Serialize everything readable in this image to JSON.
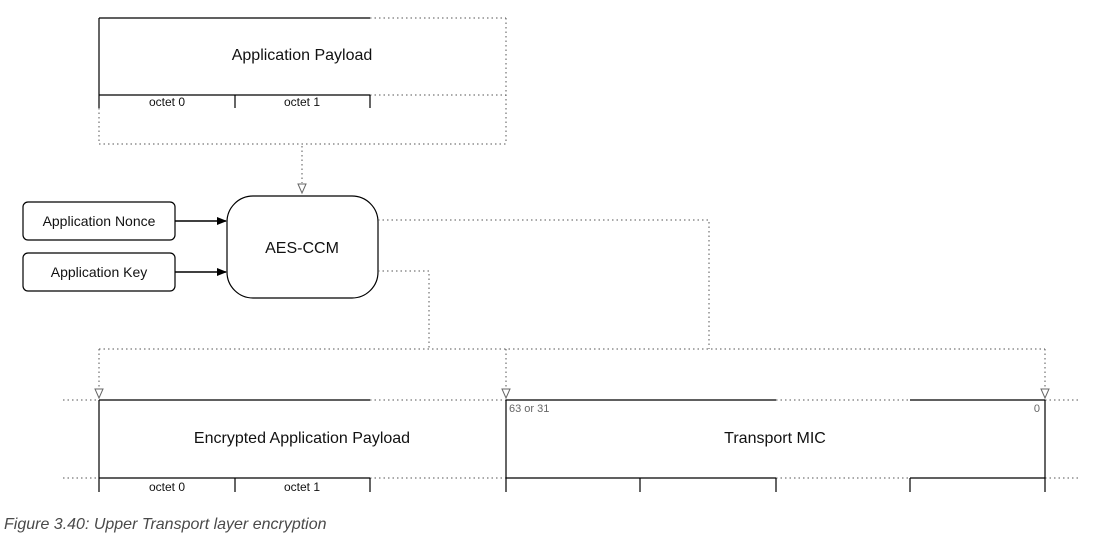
{
  "diagram": {
    "top_block": {
      "title": "Application Payload",
      "octets": [
        "octet 0",
        "octet 1"
      ]
    },
    "inputs": {
      "nonce": "Application Nonce",
      "key": "Application Key"
    },
    "cipher": "AES-CCM",
    "bottom_block": {
      "encrypted_title": "Encrypted Application Payload",
      "octets": [
        "octet 0",
        "octet 1"
      ],
      "mic_title": "Transport MIC",
      "mic_high_bit": "63 or 31",
      "mic_low_bit": "0"
    }
  },
  "caption": "Figure 3.40: Upper Transport layer encryption"
}
